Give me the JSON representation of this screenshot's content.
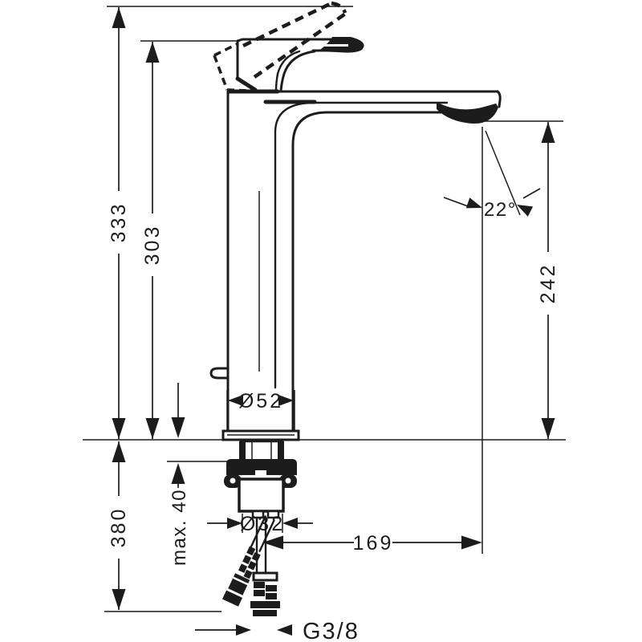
{
  "diagram": {
    "description": "Technical dimension drawing of a tall single-lever basin mixer faucet with pop-up rod, mounting hardware and flexible supply hoses",
    "colors": {
      "line": "#1c1c1c",
      "background": "#ffffff"
    },
    "labels": {
      "overall_height": "333",
      "body_height": "303",
      "outlet_height": "242",
      "hose_drop": "380",
      "max_mounting_thickness": "max. 40",
      "base_diameter": "Ø52",
      "shank_diameter": "Ø32",
      "spout_reach": "169",
      "supply_connection": "G3/8",
      "outlet_angle": "22°"
    }
  }
}
